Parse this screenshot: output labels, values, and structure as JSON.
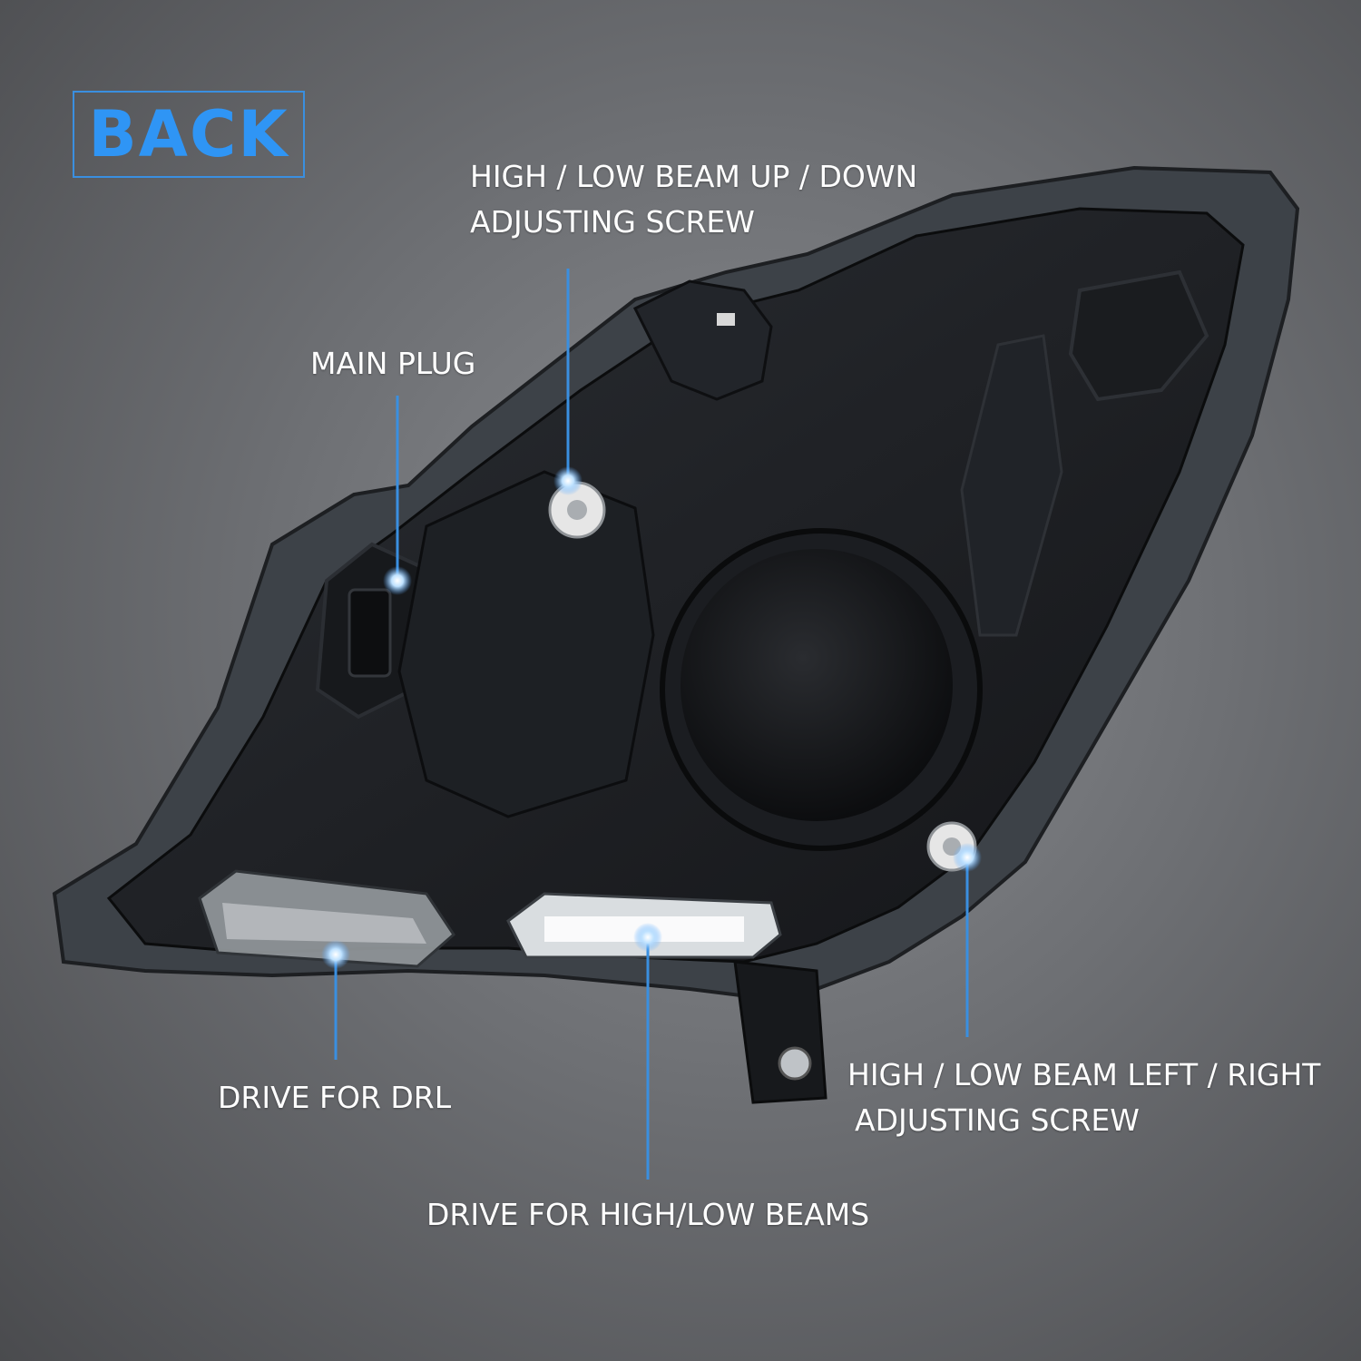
{
  "badge": {
    "text": "BACK"
  },
  "callouts": {
    "up_down_screw": {
      "line1": "HIGH / LOW BEAM UP / DOWN",
      "line2": "ADJUSTING SCREW"
    },
    "main_plug": {
      "text": "MAIN PLUG"
    },
    "drl_drive": {
      "text": "DRIVE FOR DRL"
    },
    "left_right_screw": {
      "line1": "HIGH / LOW BEAM LEFT / RIGHT",
      "line2": "ADJUSTING SCREW"
    },
    "beams_drive": {
      "text": "DRIVE FOR HIGH/LOW BEAMS"
    }
  },
  "colors": {
    "accent": "#2f95f5",
    "line": "#3a8fe0",
    "label_text": "#ffffff"
  }
}
